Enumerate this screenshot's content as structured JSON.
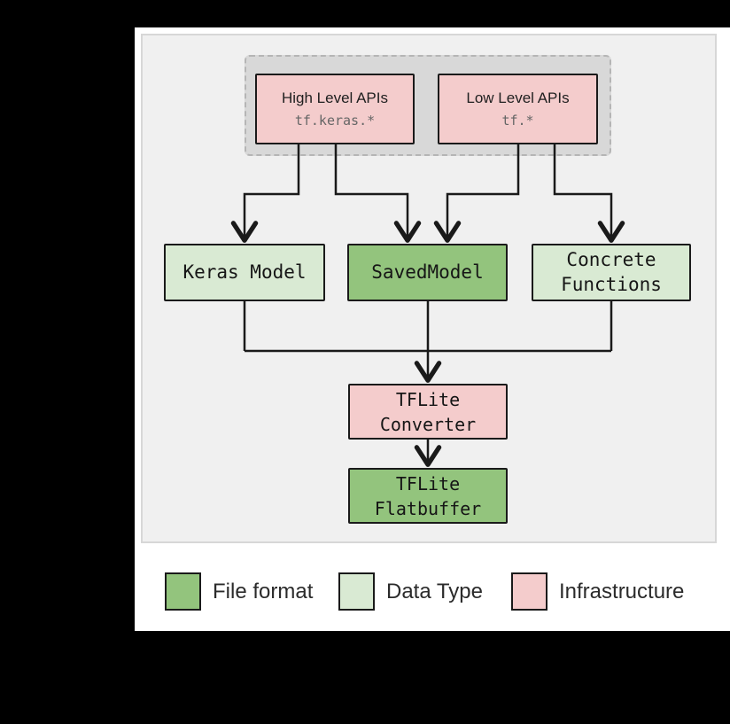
{
  "canvas": {
    "background": "#000000",
    "page_background": "#ffffff"
  },
  "diagram": {
    "api_group": {
      "high": {
        "title": "High Level APIs",
        "subtitle": "tf.keras.*"
      },
      "low": {
        "title": "Low Level APIs",
        "subtitle": "tf.*"
      }
    },
    "nodes": {
      "keras_model": {
        "label": "Keras Model"
      },
      "saved_model": {
        "label": "SavedModel"
      },
      "concrete_functions": {
        "line1": "Concrete",
        "line2": "Functions"
      },
      "tflite_converter": {
        "line1": "TFLite",
        "line2": "Converter"
      },
      "tflite_flatbuffer": {
        "line1": "TFLite",
        "line2": "Flatbuffer"
      }
    }
  },
  "legend": {
    "items": [
      {
        "label": "File format",
        "color": "#93c47d"
      },
      {
        "label": "Data Type",
        "color": "#d9ead3"
      },
      {
        "label": "Infrastructure",
        "color": "#f4cccc"
      }
    ]
  },
  "colors": {
    "file_format": "#93c47d",
    "data_type": "#d9ead3",
    "infrastructure": "#f4cccc",
    "group_fill": "#d8d8d8",
    "panel_fill": "#f0f0f0",
    "line": "#1a1a1a"
  }
}
